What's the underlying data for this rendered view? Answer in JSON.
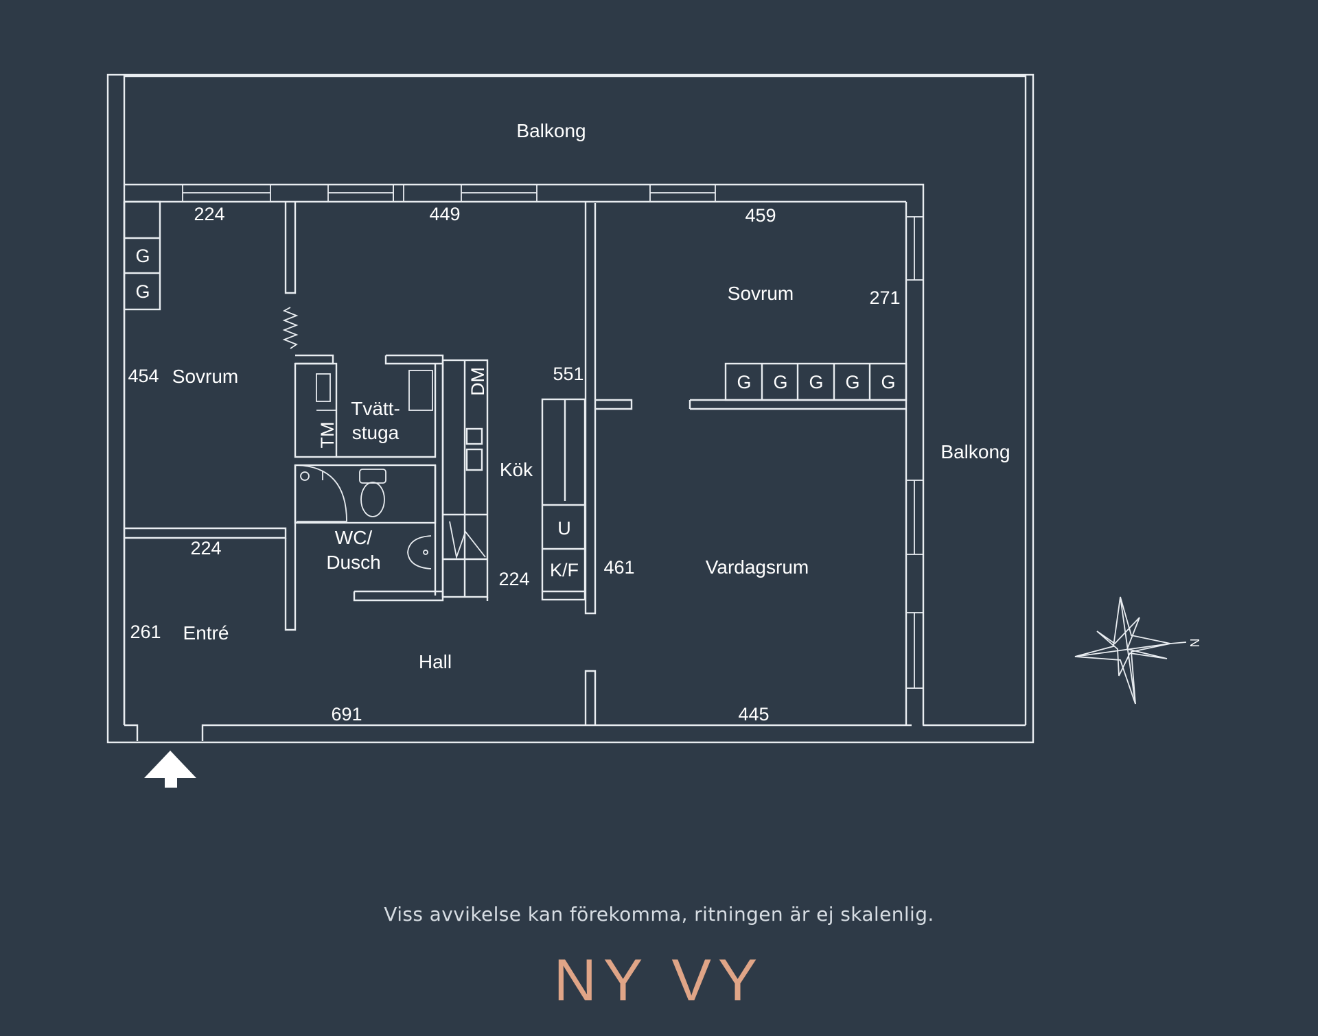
{
  "rooms": {
    "balcony_top": "Balkong",
    "balcony_right": "Balkong",
    "bedroom_left": "Sovrum",
    "bedroom_right": "Sovrum",
    "laundry_line1": "Tvätt-",
    "laundry_line2": "stuga",
    "kitchen": "Kök",
    "wc_line1": "WC/",
    "wc_line2": "Dusch",
    "entrance": "Entré",
    "hall": "Hall",
    "living": "Vardagsrum"
  },
  "dimensions": {
    "d224_top": "224",
    "d449": "449",
    "d459": "459",
    "d271": "271",
    "d454": "454",
    "d551": "551",
    "d224_entre": "224",
    "d224_kitchen": "224",
    "d461": "461",
    "d261": "261",
    "d691": "691",
    "d445": "445"
  },
  "units": {
    "wardrobe": "G",
    "dishwasher": "DM",
    "washing_machine": "TM",
    "oven": "U",
    "fridge_freezer": "K/F"
  },
  "compass": {
    "north_letter": "N"
  },
  "colors": {
    "background": "#2e3a47",
    "lines": "#e9edf1",
    "brand": "#e0a587"
  },
  "footer": {
    "disclaimer": "Viss avvikelse kan förekomma, ritningen är ej skalenlig.",
    "brand": "NY VY"
  }
}
